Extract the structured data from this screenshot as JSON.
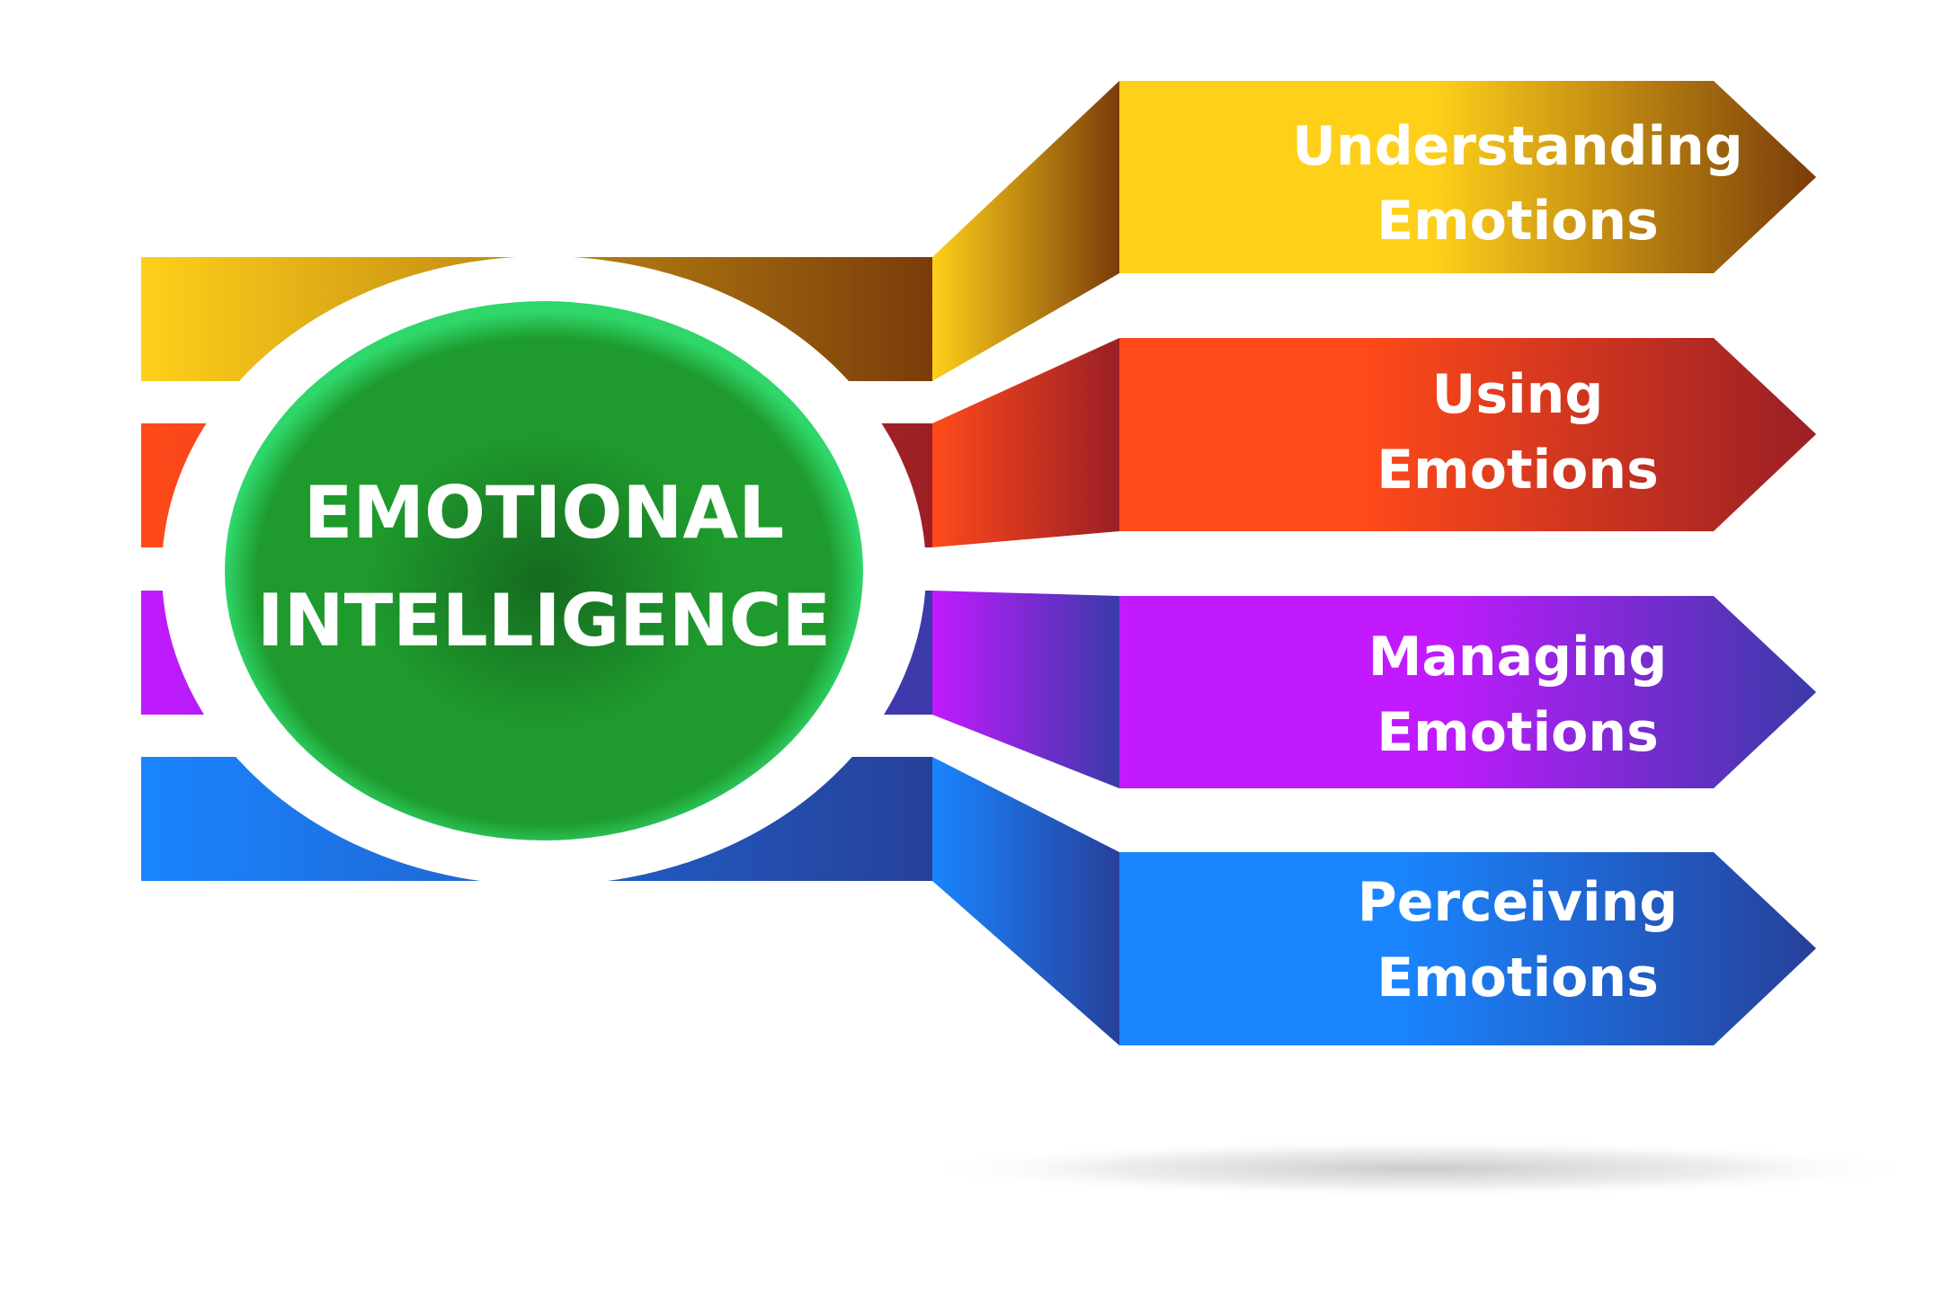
{
  "center": {
    "line1": "EMOTIONAL",
    "line2": "INTELLIGENCE",
    "color_dark": "#156a1f",
    "color_mid": "#1f9a2d",
    "color_rim": "#2fd66a"
  },
  "branches": [
    {
      "line1": "Understanding",
      "line2": "Emotions",
      "color_from": "#ffd01a",
      "color_to": "#7a3c0a"
    },
    {
      "line1": "Using",
      "line2": "Emotions",
      "color_from": "#ff4a1a",
      "color_to": "#9a1f25"
    },
    {
      "line1": "Managing",
      "line2": "Emotions",
      "color_from": "#c21aff",
      "color_to": "#3a3aa8"
    },
    {
      "line1": "Perceiving",
      "line2": "Emotions",
      "color_from": "#1a85ff",
      "color_to": "#26409a"
    }
  ]
}
